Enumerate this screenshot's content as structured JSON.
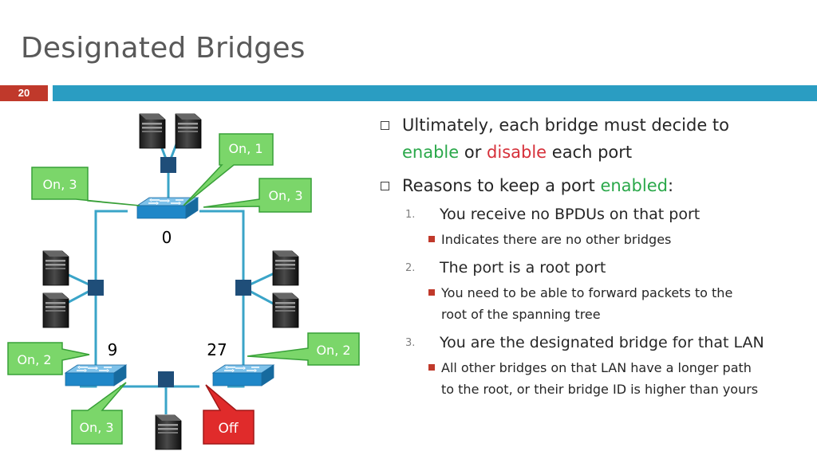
{
  "slide": {
    "title": "Designated Bridges",
    "page_number": "20"
  },
  "diagram": {
    "bridges": [
      {
        "id": "root",
        "label": "0"
      },
      {
        "id": "left",
        "label": "9"
      },
      {
        "id": "right",
        "label": "27"
      }
    ],
    "callouts": [
      {
        "id": "root-left",
        "text": "On, 3",
        "state": "on"
      },
      {
        "id": "root-top",
        "text": "On, 1",
        "state": "on"
      },
      {
        "id": "root-right",
        "text": "On, 3",
        "state": "on"
      },
      {
        "id": "left-left",
        "text": "On, 2",
        "state": "on"
      },
      {
        "id": "left-bottom",
        "text": "On, 3",
        "state": "on"
      },
      {
        "id": "right-right",
        "text": "On, 2",
        "state": "on"
      },
      {
        "id": "right-bottom",
        "text": "Off",
        "state": "off"
      }
    ],
    "colors": {
      "link": "#3aa4c8",
      "switch": "#1f87c8",
      "hub": "#1f4e79",
      "callout_on": "#7bd66a",
      "callout_off": "#e02b2b",
      "accent_bar": "#2a9dc2",
      "page_badge": "#c0392b"
    }
  },
  "bullets": {
    "b1": {
      "line1": "Ultimately, each bridge must decide to",
      "enable": "enable",
      "or": " or ",
      "disable": "disable",
      "tail": " each port"
    },
    "b2": {
      "prefix": "Reasons to keep a port ",
      "enabled": "enabled",
      "colon": ":"
    },
    "items": [
      {
        "num": "1.",
        "text": "You receive no BPDUs on that port",
        "sub": [
          "Indicates there are no other bridges"
        ]
      },
      {
        "num": "2.",
        "text": "The port is a root port",
        "sub": [
          "You need to be able to forward packets to the",
          "root of the spanning tree"
        ]
      },
      {
        "num": "3.",
        "text": "You are the designated bridge for that LAN",
        "sub": [
          "All other bridges on that LAN have a longer path",
          "to the root, or their bridge ID is higher than yours"
        ]
      }
    ]
  }
}
